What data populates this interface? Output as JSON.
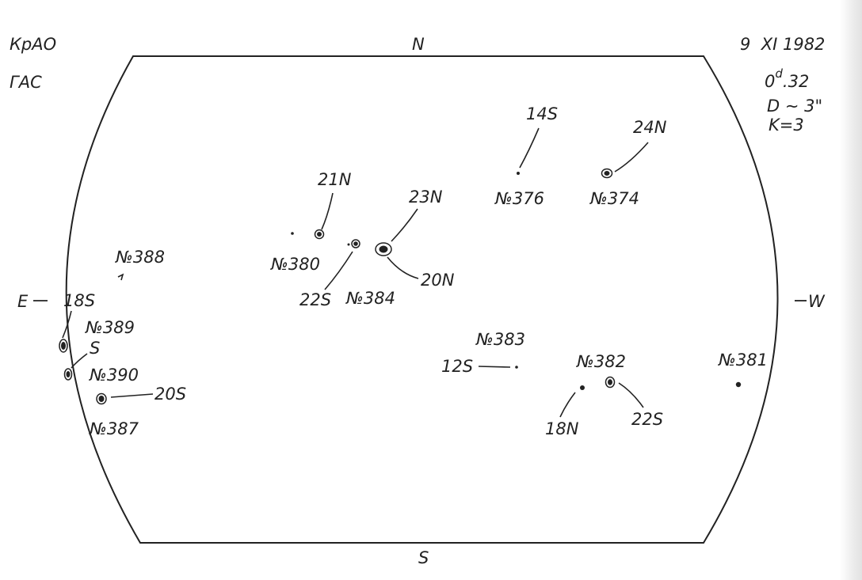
{
  "header": {
    "observatory": "КрАО",
    "instrument": "ГАС",
    "date": "9  XI 1982",
    "time_main": "0",
    "time_sup": "d",
    "time_frac": ".32",
    "diameter": "D ∼ 3\"",
    "k_value": "K=3"
  },
  "directions": {
    "north": "N",
    "south": "S",
    "east": "E",
    "west": "W"
  },
  "regions": {
    "r388": "№388",
    "r389": "№389",
    "r390": "№390",
    "r387": "№387",
    "r380": "№380",
    "r384": "№384",
    "r376": "№376",
    "r374": "№374",
    "r383": "№383",
    "r382": "№382",
    "r381": "№381"
  },
  "latitudes": {
    "l18s": "18S",
    "ls": "S",
    "l20s": "20S",
    "l21n": "21N",
    "l22s_a": "22S",
    "l23n": "23N",
    "l20n": "20N",
    "l14s": "14S",
    "l24n": "24N",
    "l12s": "12S",
    "l18n": "18N",
    "l22s_b": "22S"
  },
  "colors": {
    "ink": "#222222",
    "paper": "#ffffff"
  }
}
